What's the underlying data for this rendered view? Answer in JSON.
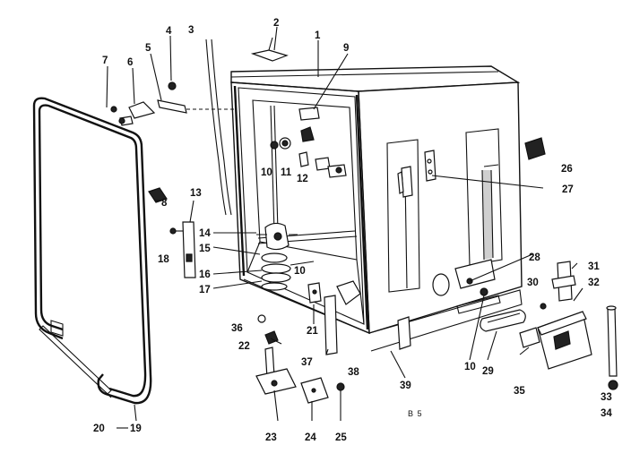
{
  "diagram": {
    "page_code": "B 5",
    "callouts": [
      {
        "id": "1",
        "text": "1"
      },
      {
        "id": "2",
        "text": "2"
      },
      {
        "id": "3",
        "text": "3"
      },
      {
        "id": "4",
        "text": "4"
      },
      {
        "id": "5",
        "text": "5"
      },
      {
        "id": "6",
        "text": "6"
      },
      {
        "id": "7",
        "text": "7"
      },
      {
        "id": "8",
        "text": "8"
      },
      {
        "id": "9",
        "text": "9"
      },
      {
        "id": "10a",
        "text": "10"
      },
      {
        "id": "10b",
        "text": "10"
      },
      {
        "id": "10c",
        "text": "10"
      },
      {
        "id": "11",
        "text": "11"
      },
      {
        "id": "12",
        "text": "12"
      },
      {
        "id": "13",
        "text": "13"
      },
      {
        "id": "14",
        "text": "14"
      },
      {
        "id": "15",
        "text": "15"
      },
      {
        "id": "16",
        "text": "16"
      },
      {
        "id": "17",
        "text": "17"
      },
      {
        "id": "18",
        "text": "18"
      },
      {
        "id": "19",
        "text": "19"
      },
      {
        "id": "20",
        "text": "20"
      },
      {
        "id": "21",
        "text": "21"
      },
      {
        "id": "22",
        "text": "22"
      },
      {
        "id": "23",
        "text": "23"
      },
      {
        "id": "24",
        "text": "24"
      },
      {
        "id": "25",
        "text": "25"
      },
      {
        "id": "26",
        "text": "26"
      },
      {
        "id": "27",
        "text": "27"
      },
      {
        "id": "28",
        "text": "28"
      },
      {
        "id": "29",
        "text": "29"
      },
      {
        "id": "30",
        "text": "30"
      },
      {
        "id": "31",
        "text": "31"
      },
      {
        "id": "32",
        "text": "32"
      },
      {
        "id": "33",
        "text": "33"
      },
      {
        "id": "34",
        "text": "34"
      },
      {
        "id": "35",
        "text": "35"
      },
      {
        "id": "36",
        "text": "36"
      },
      {
        "id": "37",
        "text": "37"
      },
      {
        "id": "38",
        "text": "38"
      },
      {
        "id": "39",
        "text": "39"
      }
    ]
  }
}
